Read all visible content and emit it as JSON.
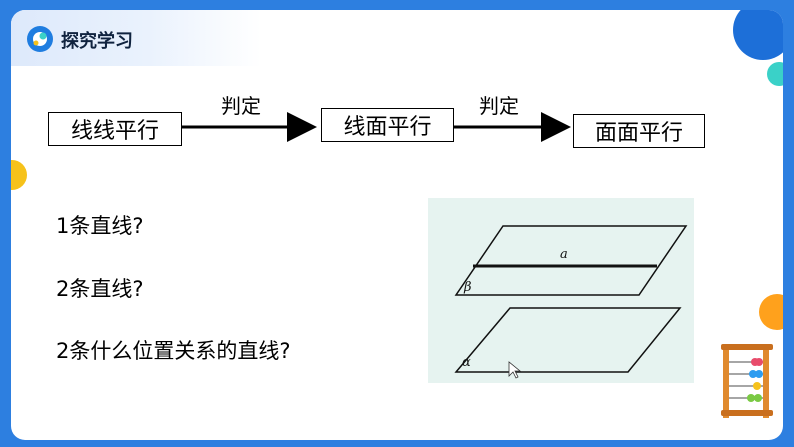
{
  "header": {
    "title": "探究学习"
  },
  "flow": {
    "boxes": [
      "线线平行",
      "线面平行",
      "面面平行"
    ],
    "arrow_labels": [
      "判定",
      "判定"
    ]
  },
  "questions": [
    "1条直线?",
    "2条直线?",
    "2条什么位置关系的直线?"
  ],
  "figure": {
    "upper_line_label": "a",
    "upper_plane_label": "β",
    "lower_plane_label": "α"
  },
  "colors": {
    "background": "#2d7fe0",
    "header_band": "#dde9fb",
    "figure_bg": "#e6f3f0"
  }
}
